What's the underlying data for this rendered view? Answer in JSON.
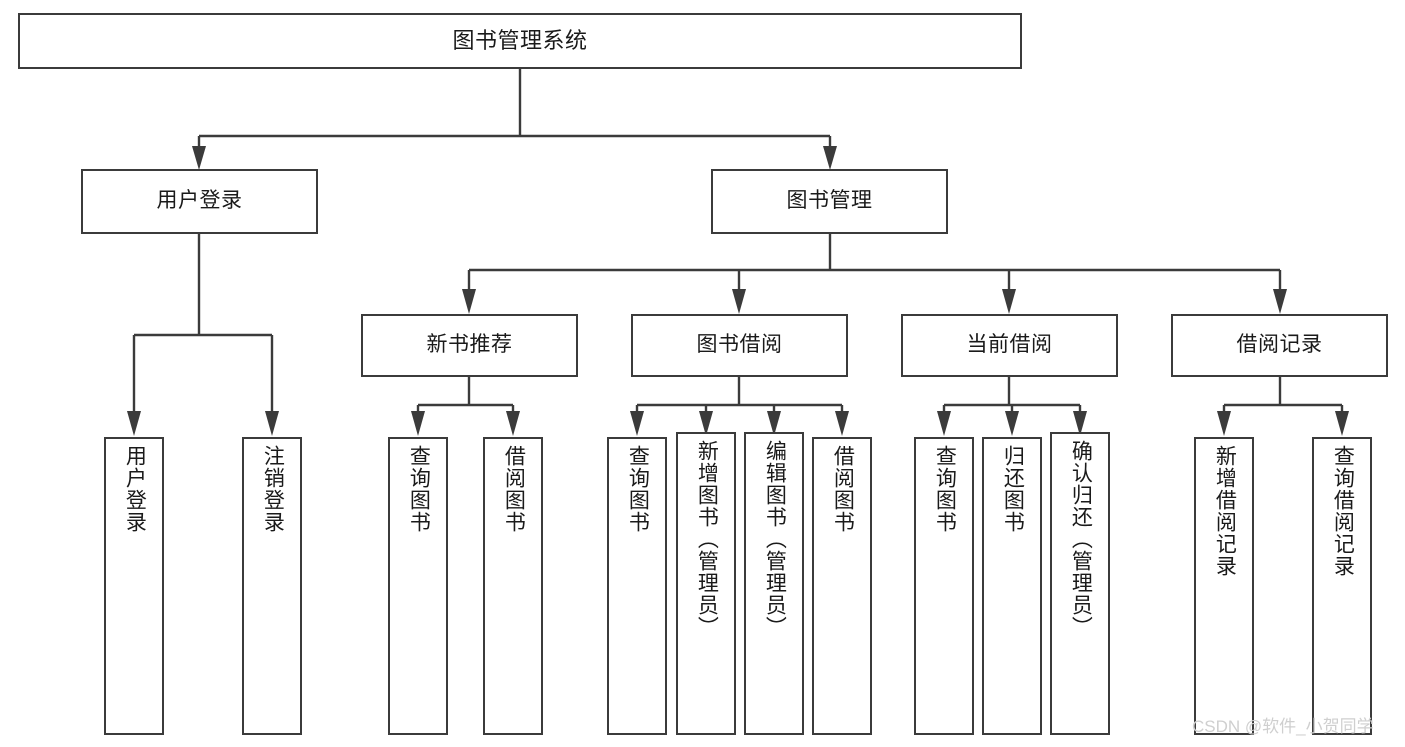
{
  "diagram": {
    "title": "图书管理系统",
    "type": "hierarchy-tree",
    "colors": {
      "box_border": "#3b3b3b",
      "box_fill": "#ffffff",
      "text": "#1a1a1a",
      "connector": "#3b3b3b",
      "watermark": "#cfcfcf"
    },
    "root": {
      "label": "图书管理系统"
    },
    "level2": [
      {
        "label": "用户登录"
      },
      {
        "label": "图书管理"
      }
    ],
    "level3": [
      {
        "label": "新书推荐"
      },
      {
        "label": "图书借阅"
      },
      {
        "label": "当前借阅"
      },
      {
        "label": "借阅记录"
      }
    ],
    "leaves": {
      "user_login": [
        {
          "label": "用户登录"
        },
        {
          "label": "注销登录"
        }
      ],
      "new_book_recommend": [
        {
          "label": "查询图书"
        },
        {
          "label": "借阅图书"
        }
      ],
      "book_borrow": [
        {
          "label": "查询图书"
        },
        {
          "label": "新增图书（管理员）"
        },
        {
          "label": "编辑图书（管理员）"
        },
        {
          "label": "借阅图书"
        }
      ],
      "current_borrow": [
        {
          "label": "查询图书"
        },
        {
          "label": "归还图书"
        },
        {
          "label": "确认归还（管理员）"
        }
      ],
      "borrow_record": [
        {
          "label": "新增借阅记录"
        },
        {
          "label": "查询借阅记录"
        }
      ]
    },
    "watermark": "CSDN @软件_小贺同学"
  }
}
